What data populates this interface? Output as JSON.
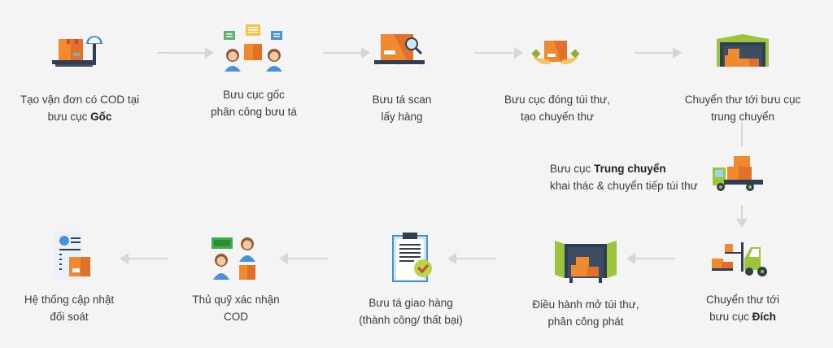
{
  "diagram": {
    "title": "COD delivery process flow",
    "colors": {
      "background": "#f4f4f4",
      "arrow": "#d6d6da",
      "box_orange": "#f08a30",
      "box_dark_orange": "#e0702a",
      "dark_navy": "#2f3e50",
      "lime_green": "#9cc43c",
      "person_blue": "#4a90d9",
      "text": "#3b3b3b"
    },
    "steps": [
      {
        "id": 1,
        "icon": "scale-with-package-icon",
        "line1": "Tạo vận đơn có COD tại",
        "line2_prefix": "bưu cục ",
        "line2_bold": "Gốc"
      },
      {
        "id": 2,
        "icon": "staff-assign-chat-icon",
        "line1": "Bưu cục gốc",
        "line2": "phân công bưu tá"
      },
      {
        "id": 3,
        "icon": "package-scan-magnifier-icon",
        "line1": "Bưu tá scan",
        "line2": "lấy hàng"
      },
      {
        "id": 4,
        "icon": "hands-holding-package-icon",
        "line1": "Bưu cục đóng túi thư,",
        "line2": "tạo chuyến thư"
      },
      {
        "id": 5,
        "icon": "warehouse-icon",
        "line1": "Chuyển thư tới bưu cục",
        "line2": "trung chuyển"
      },
      {
        "id": 6,
        "icon": "truck-icon",
        "line1_prefix": "Bưu cục ",
        "line1_bold": "Trung chuyển",
        "line2": "khai thác & chuyển tiếp túi thư"
      },
      {
        "id": 7,
        "icon": "forklift-icon",
        "line1": "Chuyển thư tới",
        "line2_prefix": "bưu cục ",
        "line2_bold": "Đích"
      },
      {
        "id": 8,
        "icon": "open-container-icon",
        "line1": "Điều hành mở túi thư,",
        "line2": "phân công phát"
      },
      {
        "id": 9,
        "icon": "clipboard-check-icon",
        "line1": "Bưu tá giao hàng",
        "line2": "(thành công/ thất bại)"
      },
      {
        "id": 10,
        "icon": "cashier-money-icon",
        "line1": "Thủ quỹ xác nhận",
        "line2": "COD"
      },
      {
        "id": 11,
        "icon": "invoice-reconcile-icon",
        "line1": "Hệ thống cập nhật",
        "line2": "đối soát"
      }
    ]
  }
}
